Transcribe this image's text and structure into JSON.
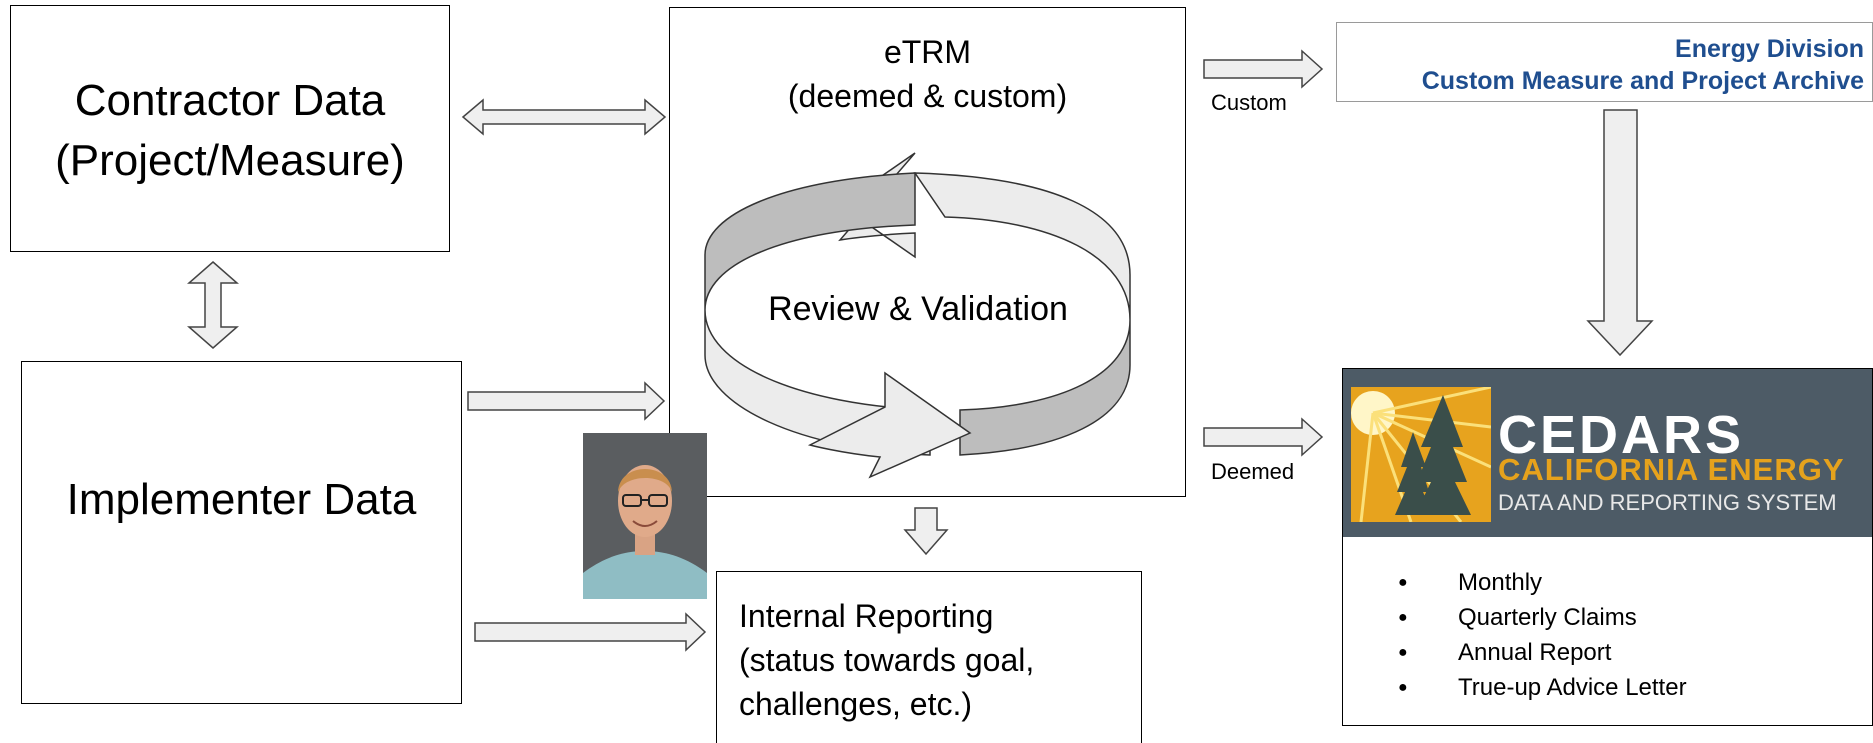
{
  "contractor": {
    "line1": "Contractor Data",
    "line2": "(Project/Measure)"
  },
  "implementer": {
    "label": "Implementer Data"
  },
  "etrm": {
    "line1": "eTRM",
    "line2": "(deemed & custom)",
    "cycle_label": "Review & Validation"
  },
  "internal": {
    "line1": "Internal Reporting",
    "line2": "(status towards goal,",
    "line3": "challenges, etc.)"
  },
  "energy_division": {
    "line1": "Energy Division",
    "line2": "Custom Measure and Project Archive"
  },
  "labels": {
    "custom": "Custom",
    "deemed": "Deemed"
  },
  "cedars": {
    "title": "CEDARS",
    "subtitle1": "CALIFORNIA ENERGY",
    "subtitle2": "DATA AND REPORTING SYSTEM",
    "list": [
      "Monthly",
      "Quarterly Claims",
      "Annual Report",
      "True-up Advice Letter"
    ]
  },
  "colors": {
    "arrow_fill": "#efefef",
    "cycle_dark": "#bdbdbd",
    "cycle_light": "#ececec",
    "ed_blue": "#1f4e8f",
    "cedars_banner": "#4d5b66",
    "cedars_gold": "#e6a21c"
  },
  "icons": {
    "photo": "person-photo",
    "sun": "sun-logo-icon",
    "trees": "trees-logo-icon",
    "bullet": "bullet-icon"
  }
}
